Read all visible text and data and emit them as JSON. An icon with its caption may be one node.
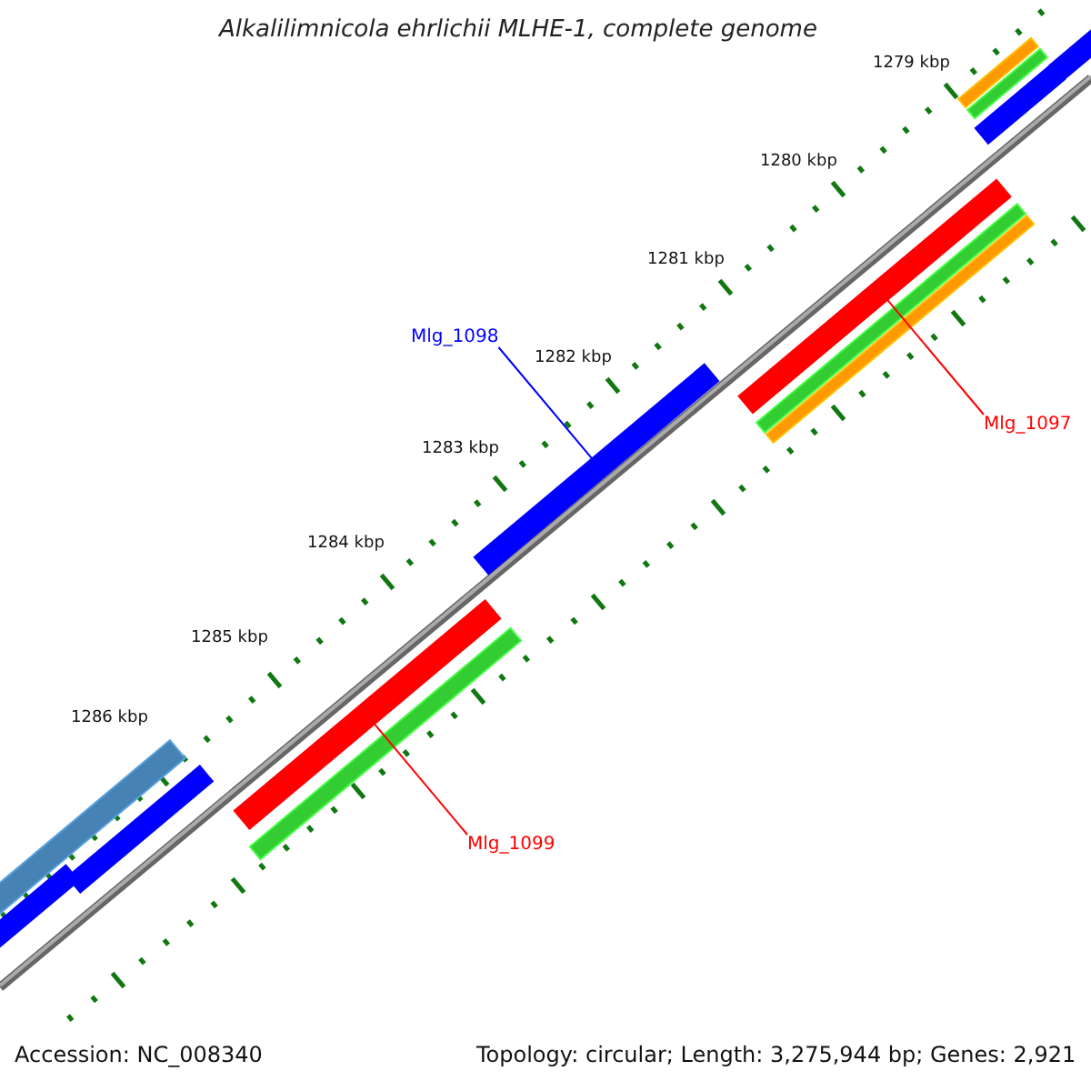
{
  "diagram": {
    "title": "Alkalilimnicola ehrlichii MLHE-1, complete genome",
    "nodes": [
      {
        "text": [],
        "shape": "bar"
      },
      {
        "text": [],
        "shape": "bar"
      },
      {
        "text": [],
        "shape": "bar"
      },
      {
        "text": [],
        "shape": "bar"
      },
      {
        "text": [],
        "shape": "bar"
      },
      {
        "text": [],
        "shape": "bar"
      },
      {
        "text": [],
        "shape": "bar"
      },
      {
        "text": [
          "Mlg_1098"
        ]
      },
      {
        "text": [
          "Mlg_1097"
        ]
      },
      {
        "text": [],
        "shape": "bar"
      },
      {
        "text": [],
        "shape": "bar"
      },
      {
        "text": [],
        "shape": "bar"
      },
      {
        "text": [],
        "shape": "bar"
      },
      {
        "text": [],
        "shape": "bar"
      },
      {
        "text": [],
        "shape": "bar"
      },
      {
        "text": [
          "Mlg_1099"
        ]
      }
    ],
    "edges": [
      {
        "from": 7,
        "to": 9,
        "arrow": "none",
        "color": "#0000ff"
      },
      {
        "from": 8,
        "to": 4,
        "arrow": "none",
        "color": "#ff0000"
      },
      {
        "from": 15,
        "to": 10,
        "arrow": "none",
        "color": "#ff0000"
      }
    ],
    "labels": [
      "1279 kbp",
      "1280 kbp",
      "1281 kbp",
      "1282 kbp",
      "1283 kbp",
      "1284 kbp",
      "1285 kbp",
      "1286 kbp",
      "Accession: NC_008340",
      "Topology: circular; Length: 3,275,944 bp; Genes: 2,921"
    ]
  }
}
